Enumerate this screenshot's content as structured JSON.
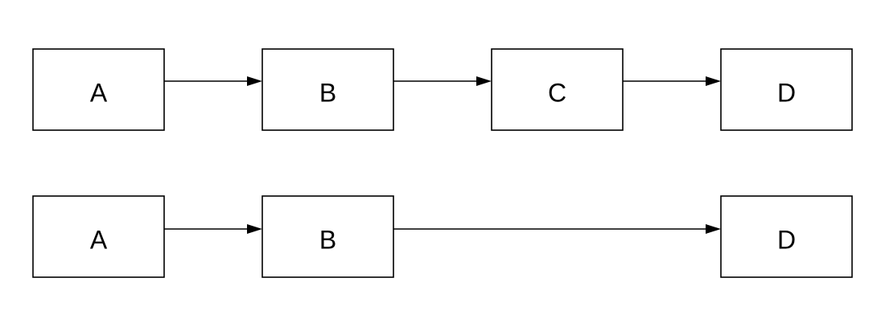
{
  "diagram": {
    "rows": [
      {
        "nodes": [
          {
            "id": "r1-a",
            "label": "A"
          },
          {
            "id": "r1-b",
            "label": "B"
          },
          {
            "id": "r1-c",
            "label": "C"
          },
          {
            "id": "r1-d",
            "label": "D"
          }
        ],
        "edges": [
          {
            "from": "r1-a",
            "to": "r1-b"
          },
          {
            "from": "r1-b",
            "to": "r1-c"
          },
          {
            "from": "r1-c",
            "to": "r1-d"
          }
        ]
      },
      {
        "nodes": [
          {
            "id": "r2-a",
            "label": "A"
          },
          {
            "id": "r2-b",
            "label": "B"
          },
          {
            "id": "r2-d",
            "label": "D"
          }
        ],
        "edges": [
          {
            "from": "r2-a",
            "to": "r2-b"
          },
          {
            "from": "r2-b",
            "to": "r2-d"
          }
        ]
      }
    ]
  }
}
